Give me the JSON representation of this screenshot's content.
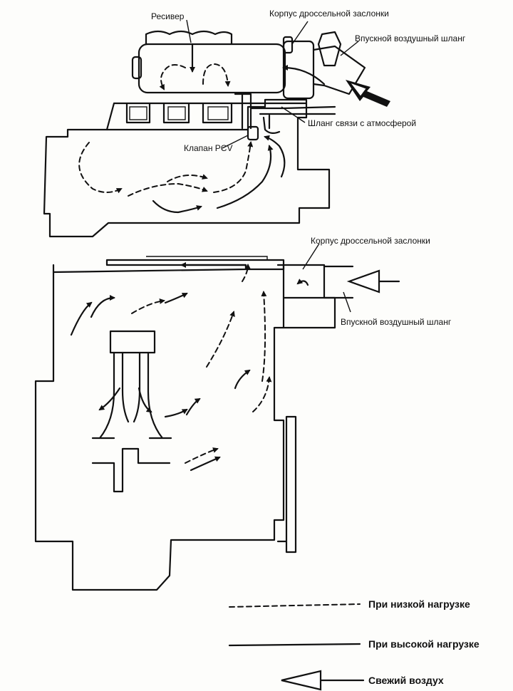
{
  "labels": {
    "receiver": "Ресивер",
    "throttle_top": "Корпус дроссельной заслонки",
    "intake_hose_top": "Впускной воздушный шланг",
    "atm_hose": "Шланг связи с атмосферой",
    "pcv_valve": "Клапан PCV",
    "throttle_bottom": "Корпус дроссельной заслонки",
    "intake_hose_bottom": "Впускной воздушный шланг"
  },
  "legend": {
    "low_load": "При низкой нагрузке",
    "high_load": "При высокой нагрузке",
    "fresh_air": "Свежий воздух"
  }
}
